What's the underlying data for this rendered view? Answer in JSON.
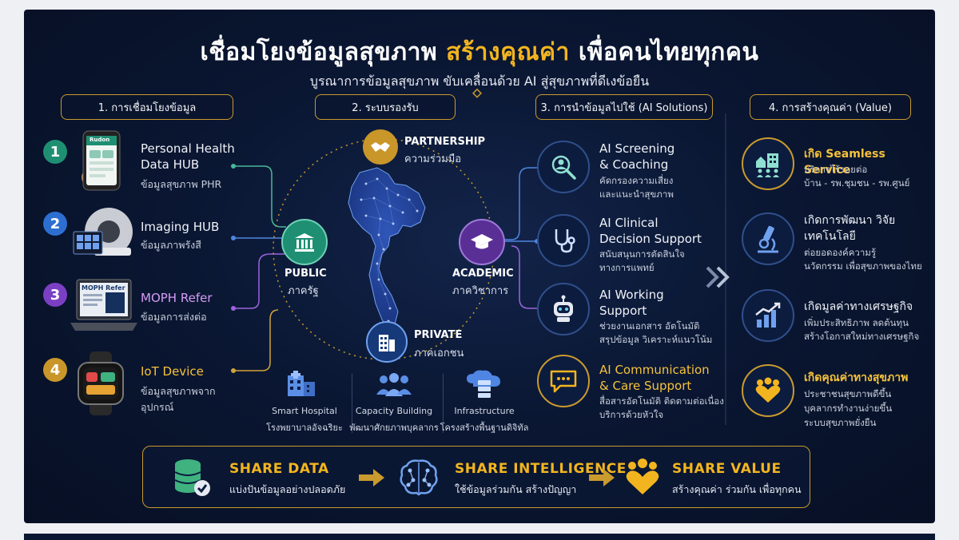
{
  "title": {
    "part1": "เชื่อมโยงข้อมูลสุขภาพ",
    "part2": "สร้างคุณค่า",
    "part3": "เพื่อคนไทยทุกคน"
  },
  "subtitle": "บูรณาการข้อมูลสุขภาพ ขับเคลื่อนด้วย AI สู่สุขภาพที่ดีเงข้อยืน",
  "sections": [
    {
      "label": "1. การเชื่อมโยงข้อมูล"
    },
    {
      "label": "2. ระบบรองรับ"
    },
    {
      "label": "3. การนำข้อมูลไปใช้ (AI Solutions)"
    },
    {
      "label": "4. การสร้างคุณค่า (Value)"
    }
  ],
  "hubs": [
    {
      "num": "1",
      "title_l1": "Personal Health",
      "title_l2": "Data HUB",
      "sub": "ข้อมูลสุขภาพ PHR",
      "color": "#1f8f73"
    },
    {
      "num": "2",
      "title_l1": "Imaging HUB",
      "title_l2": "",
      "sub": "ข้อมูลภาพรังสี",
      "color": "#2c6fd1"
    },
    {
      "num": "3",
      "title_l1": "MOPH Refer",
      "title_l2": "",
      "sub": "ข้อมูลการส่งต่อ",
      "color": "#7b3fc4"
    },
    {
      "num": "4",
      "title_l1": "IoT Device",
      "title_l2": "",
      "sub": "ข้อมูลสุขภาพจาก",
      "sub2": "อุปกรณ์",
      "color": "#c9962a"
    }
  ],
  "phone_screen_label": "Rudon",
  "laptop_screen_label": "MOPH Refer",
  "center": {
    "partnership": {
      "title": "PARTNERSHIP",
      "sub": "ความร่วมมือ"
    },
    "public": {
      "title": "PUBLIC",
      "sub": "ภาครัฐ"
    },
    "academic": {
      "title": "ACADEMIC",
      "sub": "ภาควิชาการ"
    },
    "private": {
      "title": "PRIVATE",
      "sub": "ภาคเอกชน"
    },
    "infra": [
      {
        "title": "Smart Hospital",
        "sub": "โรงพยาบาลอัจฉริยะ"
      },
      {
        "title": "Capacity Building",
        "sub": "พัฒนาศักยภาพบุคลากร"
      },
      {
        "title": "Infrastructure",
        "sub": "โครงสร้างพื้นฐานดิจิทัล"
      }
    ]
  },
  "ai_solutions": [
    {
      "title_l1": "AI Screening",
      "title_l2": "& Coaching",
      "sub_l1": "คัดกรองความเสี่ยง",
      "sub_l2": "และแนะนำสุขภาพ",
      "icon": "search-person-icon",
      "highlight": false
    },
    {
      "title_l1": "AI Clinical",
      "title_l2": "Decision Support",
      "sub_l1": "สนับสนุนการตัดสินใจ",
      "sub_l2": "ทางการแพทย์",
      "icon": "stethoscope-icon",
      "highlight": false
    },
    {
      "title_l1": "AI Working",
      "title_l2": "Support",
      "sub_l1": "ช่วยงานเอกสาร อัตโนมัติ",
      "sub_l2": "สรุปข้อมูล วิเคราะห์แนวโน้ม",
      "icon": "robot-icon",
      "highlight": false
    },
    {
      "title_l1": "AI Communication",
      "title_l2": "& Care Support",
      "sub_l1": "สื่อสารอัตโนมัติ ติดตามต่อเนื่อง",
      "sub_l2": "บริการด้วยหัวใจ",
      "icon": "chat-icon",
      "highlight": true
    }
  ],
  "values": [
    {
      "title": "เกิด Seamless Service",
      "sub_l1": "บริการไร้รอยต่อ",
      "sub_l2": "บ้าน - รพ.ชุมชน - รพ.ศูนย์",
      "sub_l3": "",
      "icon": "buildings-people-icon",
      "highlight": true
    },
    {
      "title_l1": "เกิดการพัฒนา วิจัย",
      "title_l2": "เทคโนโลยี",
      "sub_l1": "ต่อยอดองค์ความรู้",
      "sub_l2": "นวัตกรรม เพื่อสุขภาพของไทย",
      "icon": "microscope-icon",
      "highlight": false
    },
    {
      "title": "เกิดมูลค่าทางเศรษฐกิจ",
      "sub_l1": "เพิ่มประสิทธิภาพ ลดต้นทุน",
      "sub_l2": "สร้างโอกาสใหม่ทางเศรษฐกิจ",
      "sub_l3": "",
      "icon": "growth-chart-icon",
      "highlight": false
    },
    {
      "title": "เกิดคุณค่าทางสุขภาพ",
      "sub_l1": "ประชาชนสุขภาพดีขึ้น",
      "sub_l2": "บุคลากรทำงานง่ายขึ้น",
      "sub_l3": "ระบบสุขภาพยั่งยืน",
      "icon": "heart-people-icon",
      "highlight": true
    }
  ],
  "share": [
    {
      "title": "SHARE DATA",
      "sub": "แบ่งปันข้อมูลอย่างปลอดภัย"
    },
    {
      "title": "SHARE INTELLIGENCE",
      "sub": "ใช้ข้อมูลร่วมกัน สร้างปัญญา"
    },
    {
      "title": "SHARE VALUE",
      "sub": "สร้างคุณค่า ร่วมกัน เพื่อทุกคน"
    }
  ],
  "colors": {
    "gold": "#f3b51f",
    "navy": "#0a1733",
    "blue": "#2c6fd1"
  }
}
